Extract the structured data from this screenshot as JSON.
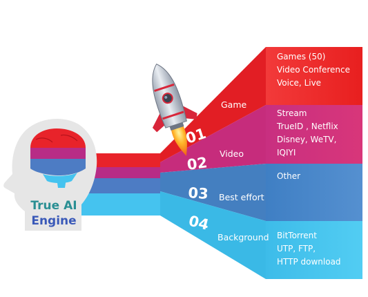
{
  "engine": {
    "title_line1": "True AI",
    "title_line2": "Engine",
    "colors": {
      "line1": "#2a8f93",
      "line2": "#3a59b8",
      "head": "#e6e6e6"
    }
  },
  "tiers": [
    {
      "number": "01",
      "category": "Game",
      "apps": [
        "Games (50)",
        "Video Conference",
        "Voice, Live"
      ],
      "color": "#ee2a2a"
    },
    {
      "number": "02",
      "category": "Video",
      "apps": [
        "Stream",
        "TrueID , Netflix",
        "Disney, WeTV,",
        "IQIYI"
      ],
      "color": "#d0307a"
    },
    {
      "number": "03",
      "category": "Best effort",
      "apps": [
        "Other"
      ],
      "color": "#4a86c8"
    },
    {
      "number": "04",
      "category": "Background",
      "apps": [
        "BitTorrent",
        "UTP, FTP,",
        "HTTP download"
      ],
      "color": "#44c4ee"
    }
  ]
}
